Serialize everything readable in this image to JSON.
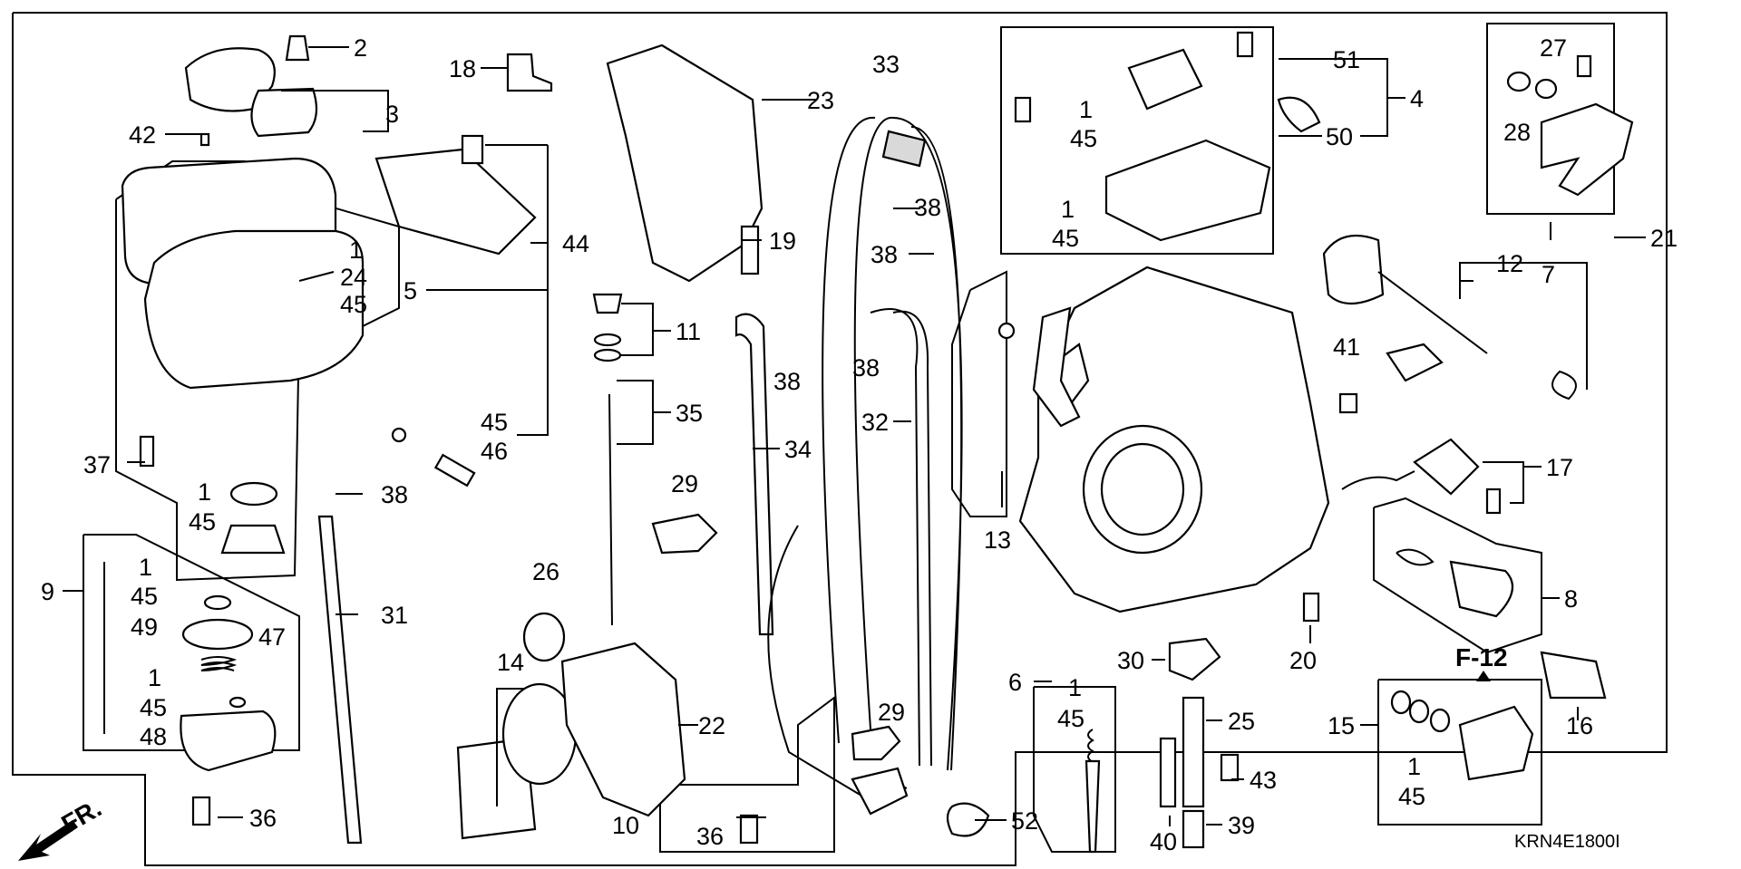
{
  "diagram": {
    "catalog_code": "KRN4E1800I",
    "ref_label": "F-12",
    "direction_label": "FR.",
    "callouts": {
      "c2": "2",
      "c3": "3",
      "c42": "42",
      "c1a": "1",
      "c24": "24",
      "c45a": "45",
      "c5": "5",
      "c44": "44",
      "c18": "18",
      "c23": "23",
      "c33": "33",
      "c38a": "38",
      "c38b": "38",
      "c19": "19",
      "c11": "11",
      "c38c": "38",
      "c38d": "38",
      "c35": "35",
      "c34": "34",
      "c32": "32",
      "c45b": "45",
      "c46": "46",
      "c37": "37",
      "c1b": "1",
      "c45c": "45",
      "c38e": "38",
      "c9": "9",
      "c1c": "1",
      "c45d": "45",
      "c49": "49",
      "c47": "47",
      "c1d": "1",
      "c45e": "45",
      "c48": "48",
      "c31": "31",
      "c29a": "29",
      "c26": "26",
      "c14": "14",
      "c22": "22",
      "c36a": "36",
      "c10": "10",
      "c36b": "36",
      "c29b": "29",
      "c52": "52",
      "c51": "51",
      "c4": "4",
      "c50": "50",
      "c1e": "1",
      "c45f": "45",
      "c1f": "1",
      "c45g": "45",
      "c27": "27",
      "c28": "28",
      "c7": "7",
      "c21": "21",
      "c12": "12",
      "c13": "13",
      "c41": "41",
      "c17": "17",
      "c8": "8",
      "c20": "20",
      "c30": "30",
      "c6": "6",
      "c1g": "1",
      "c45h": "45",
      "c25": "25",
      "c43": "43",
      "c40": "40",
      "c39": "39",
      "c15": "15",
      "c1h": "1",
      "c45i": "45",
      "c16": "16"
    }
  }
}
